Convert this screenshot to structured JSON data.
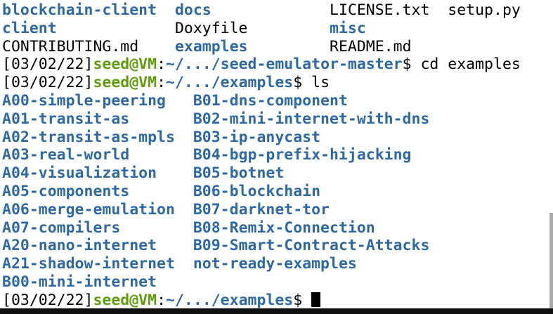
{
  "colors": {
    "background": "#ffffff",
    "foreground": "#000000",
    "directory_blue": "#2d69a5",
    "user_green": "#5f9e0a",
    "cursor": "#000000",
    "scrollbar": "#a9a9a9",
    "window_edge": "#111111"
  },
  "terminal": {
    "lines": [
      {
        "segments": [
          {
            "s": "dir",
            "t": "blockchain-client"
          },
          {
            "s": "plain",
            "t": "  "
          },
          {
            "s": "dir",
            "t": "docs"
          },
          {
            "s": "plain",
            "t": "             LICENSE.txt  setup.py"
          }
        ]
      },
      {
        "segments": [
          {
            "s": "dir",
            "t": "client"
          },
          {
            "s": "plain",
            "t": "             Doxyfile         "
          },
          {
            "s": "dir",
            "t": "misc"
          }
        ]
      },
      {
        "segments": [
          {
            "s": "plain",
            "t": "CONTRIBUTING.md    "
          },
          {
            "s": "dir",
            "t": "examples"
          },
          {
            "s": "plain",
            "t": "         README.md"
          }
        ]
      },
      {
        "segments": [
          {
            "s": "plain",
            "t": "[03/02/22]"
          },
          {
            "s": "user",
            "t": "seed@VM"
          },
          {
            "s": "plain",
            "t": ":"
          },
          {
            "s": "dir",
            "t": "~/.../seed-emulator-master"
          },
          {
            "s": "plain",
            "t": "$ cd examples"
          }
        ]
      },
      {
        "segments": [
          {
            "s": "plain",
            "t": "[03/02/22]"
          },
          {
            "s": "user",
            "t": "seed@VM"
          },
          {
            "s": "plain",
            "t": ":"
          },
          {
            "s": "dir",
            "t": "~/.../examples"
          },
          {
            "s": "plain",
            "t": "$ ls"
          }
        ]
      },
      {
        "segments": [
          {
            "s": "dir",
            "t": "A00-simple-peering"
          },
          {
            "s": "plain",
            "t": "   "
          },
          {
            "s": "dir",
            "t": "B01-dns-component"
          }
        ]
      },
      {
        "segments": [
          {
            "s": "dir",
            "t": "A01-transit-as"
          },
          {
            "s": "plain",
            "t": "       "
          },
          {
            "s": "dir",
            "t": "B02-mini-internet-with-dns"
          }
        ]
      },
      {
        "segments": [
          {
            "s": "dir",
            "t": "A02-transit-as-mpls"
          },
          {
            "s": "plain",
            "t": "  "
          },
          {
            "s": "dir",
            "t": "B03-ip-anycast"
          }
        ]
      },
      {
        "segments": [
          {
            "s": "dir",
            "t": "A03-real-world"
          },
          {
            "s": "plain",
            "t": "       "
          },
          {
            "s": "dir",
            "t": "B04-bgp-prefix-hijacking"
          }
        ]
      },
      {
        "segments": [
          {
            "s": "dir",
            "t": "A04-visualization"
          },
          {
            "s": "plain",
            "t": "    "
          },
          {
            "s": "dir",
            "t": "B05-botnet"
          }
        ]
      },
      {
        "segments": [
          {
            "s": "dir",
            "t": "A05-components"
          },
          {
            "s": "plain",
            "t": "       "
          },
          {
            "s": "dir",
            "t": "B06-blockchain"
          }
        ]
      },
      {
        "segments": [
          {
            "s": "dir",
            "t": "A06-merge-emulation"
          },
          {
            "s": "plain",
            "t": "  "
          },
          {
            "s": "dir",
            "t": "B07-darknet-tor"
          }
        ]
      },
      {
        "segments": [
          {
            "s": "dir",
            "t": "A07-compilers"
          },
          {
            "s": "plain",
            "t": "        "
          },
          {
            "s": "dir",
            "t": "B08-Remix-Connection"
          }
        ]
      },
      {
        "segments": [
          {
            "s": "dir",
            "t": "A20-nano-internet"
          },
          {
            "s": "plain",
            "t": "    "
          },
          {
            "s": "dir",
            "t": "B09-Smart-Contract-Attacks"
          }
        ]
      },
      {
        "segments": [
          {
            "s": "dir",
            "t": "A21-shadow-internet"
          },
          {
            "s": "plain",
            "t": "  "
          },
          {
            "s": "dir",
            "t": "not-ready-examples"
          }
        ]
      },
      {
        "segments": [
          {
            "s": "dir",
            "t": "B00-mini-internet"
          }
        ]
      },
      {
        "segments": [
          {
            "s": "plain",
            "t": "[03/02/22]"
          },
          {
            "s": "user",
            "t": "seed@VM"
          },
          {
            "s": "plain",
            "t": ":"
          },
          {
            "s": "dir",
            "t": "~/.../examples"
          },
          {
            "s": "plain",
            "t": "$ "
          },
          {
            "s": "cursor",
            "t": ""
          }
        ]
      }
    ]
  }
}
